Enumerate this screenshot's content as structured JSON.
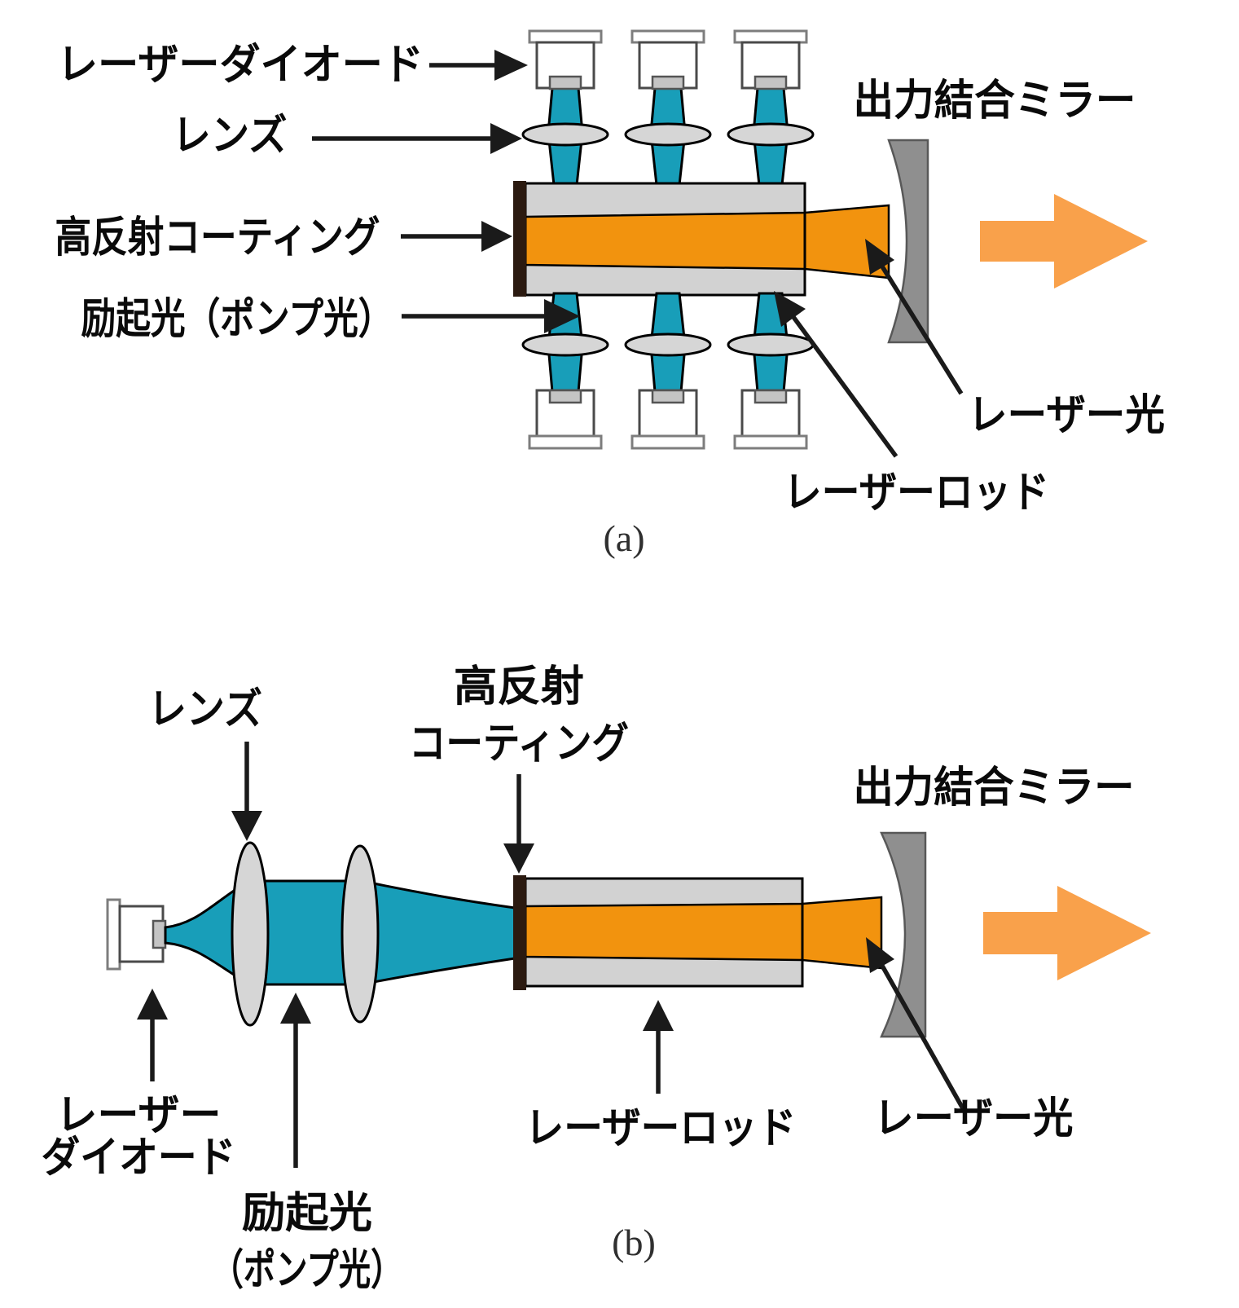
{
  "figure": {
    "description_topic": "diode-pumped solid-state laser schematic, side-pumped (a) and end-pumped (b)"
  },
  "colors": {
    "pump_light_teal": "#189EB9",
    "laser_beam_orange": "#F2930E",
    "output_arrow_orange": "#F9A14B",
    "rod_gray": "#D2D2D2",
    "lens_gray": "#D6D6D6",
    "mirror_gray": "#8F8F8F",
    "hr_coating_dark": "#2B1A10",
    "text_black": "#0A0A0A"
  },
  "diagram_a": {
    "caption": "(a)",
    "labels": {
      "laser_diode": "レーザーダイオード",
      "lens": "レンズ",
      "hr_coating": "高反射コーティング",
      "pump_light": "励起光（ポンプ光）",
      "output_mirror": "出力結合ミラー",
      "laser_light": "レーザー光",
      "laser_rod": "レーザーロッド"
    }
  },
  "diagram_b": {
    "caption": "(b)",
    "labels": {
      "lens": "レンズ",
      "hr_coating_line1": "高反射",
      "hr_coating_line2": "コーティング",
      "output_mirror": "出力結合ミラー",
      "laser_diode_line1": "レーザー",
      "laser_diode_line2": "ダイオード",
      "pump_light_line1": "励起光",
      "pump_light_line2": "（ポンプ光）",
      "laser_rod": "レーザーロッド",
      "laser_light": "レーザー光"
    }
  }
}
